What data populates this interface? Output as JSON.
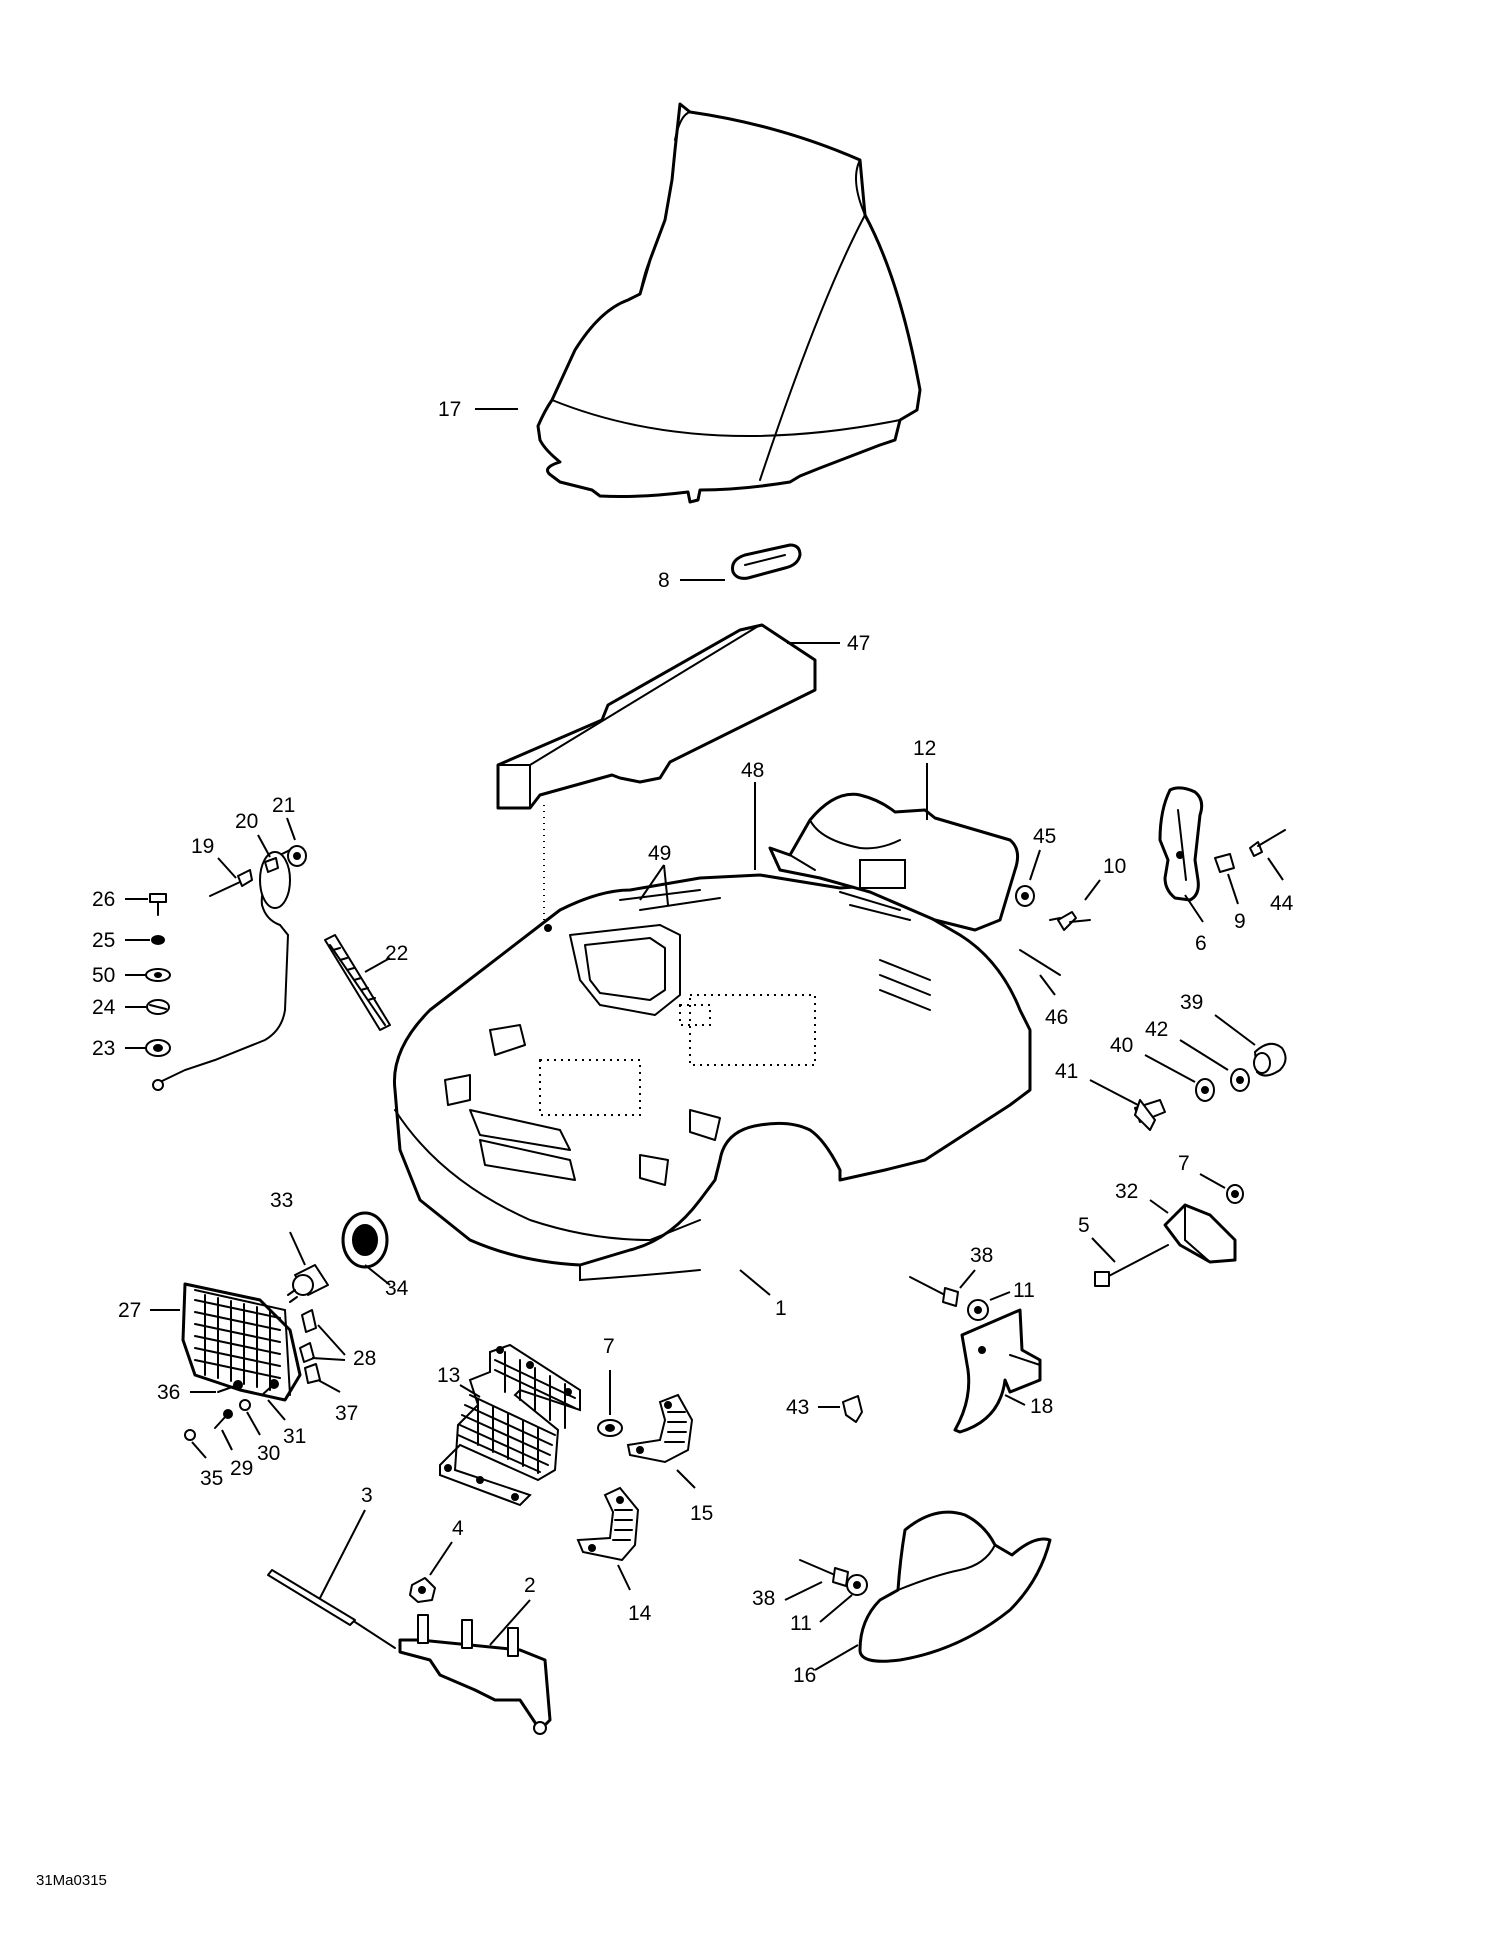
{
  "diagram_code": "31Ma0315",
  "callouts": {
    "windshield": "17",
    "windshield_grommet": "8",
    "foam_strip": "47",
    "hood_pad": "48",
    "vent_grilles": "49",
    "hood": "1",
    "inner_panel": "12",
    "latch": "6",
    "latch_spacer": "9",
    "latch_rivet": "44",
    "rivet_10": "10",
    "washer_45": "45",
    "spring_46": "46",
    "cable_retainer": "20",
    "washer_21": "21",
    "rivet_19": "19",
    "screw_26": "26",
    "washer_25": "25",
    "washer_50": "50",
    "washer_24": "24",
    "washer_23": "23",
    "hinge_pin": "22",
    "nut_39": "39",
    "washer_42": "42",
    "washer_40": "40",
    "bolt_41": "41",
    "washer_7_top": "7",
    "bracket_32": "32",
    "bolt_5": "5",
    "bulb": "33",
    "bulb_boot": "34",
    "headlamp": "27",
    "clip_28": "28",
    "clip_37": "37",
    "screw_36": "36",
    "screw_31": "31",
    "washer_30": "30",
    "screw_29": "29",
    "nut_35": "35",
    "rivet_38_upper": "38",
    "washer_11_upper": "11",
    "deflector_18": "18",
    "clip_43": "43",
    "headlamp_support": "13",
    "washer_7_mid": "7",
    "bracket_15": "15",
    "bracket_14": "14",
    "rod_3": "3",
    "nut_4": "4",
    "hinge_plate": "2",
    "rivet_38_lower": "38",
    "washer_11_lower": "11",
    "side_shield": "16"
  }
}
